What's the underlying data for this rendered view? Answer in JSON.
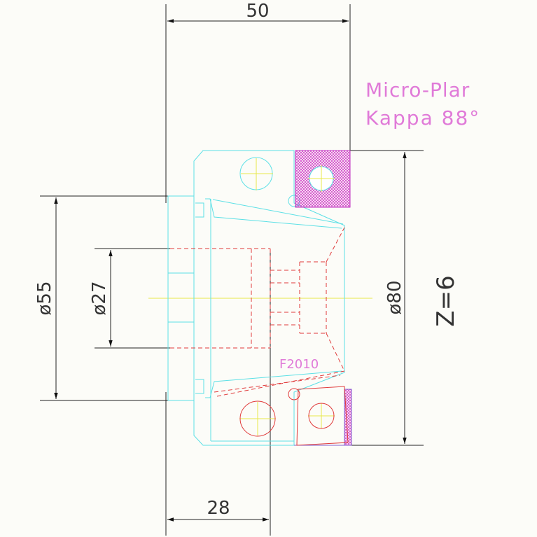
{
  "dimensions": {
    "top_width": "50",
    "bottom_width": "28",
    "dia_outer": "ø55",
    "dia_inner": "ø27",
    "dia_cutter": "ø80",
    "teeth": "Z=6"
  },
  "labels": {
    "product_line1": "Micro-Plar",
    "product_line2": "Kappa 88°",
    "insert_code": "F2010"
  },
  "colors": {
    "body_outline": "#5de0e6",
    "hidden_lines": "#e03a3a",
    "insert_hatch": "#e07ad8",
    "center_lines": "#e8e84a",
    "dimension_lines": "#222222"
  }
}
